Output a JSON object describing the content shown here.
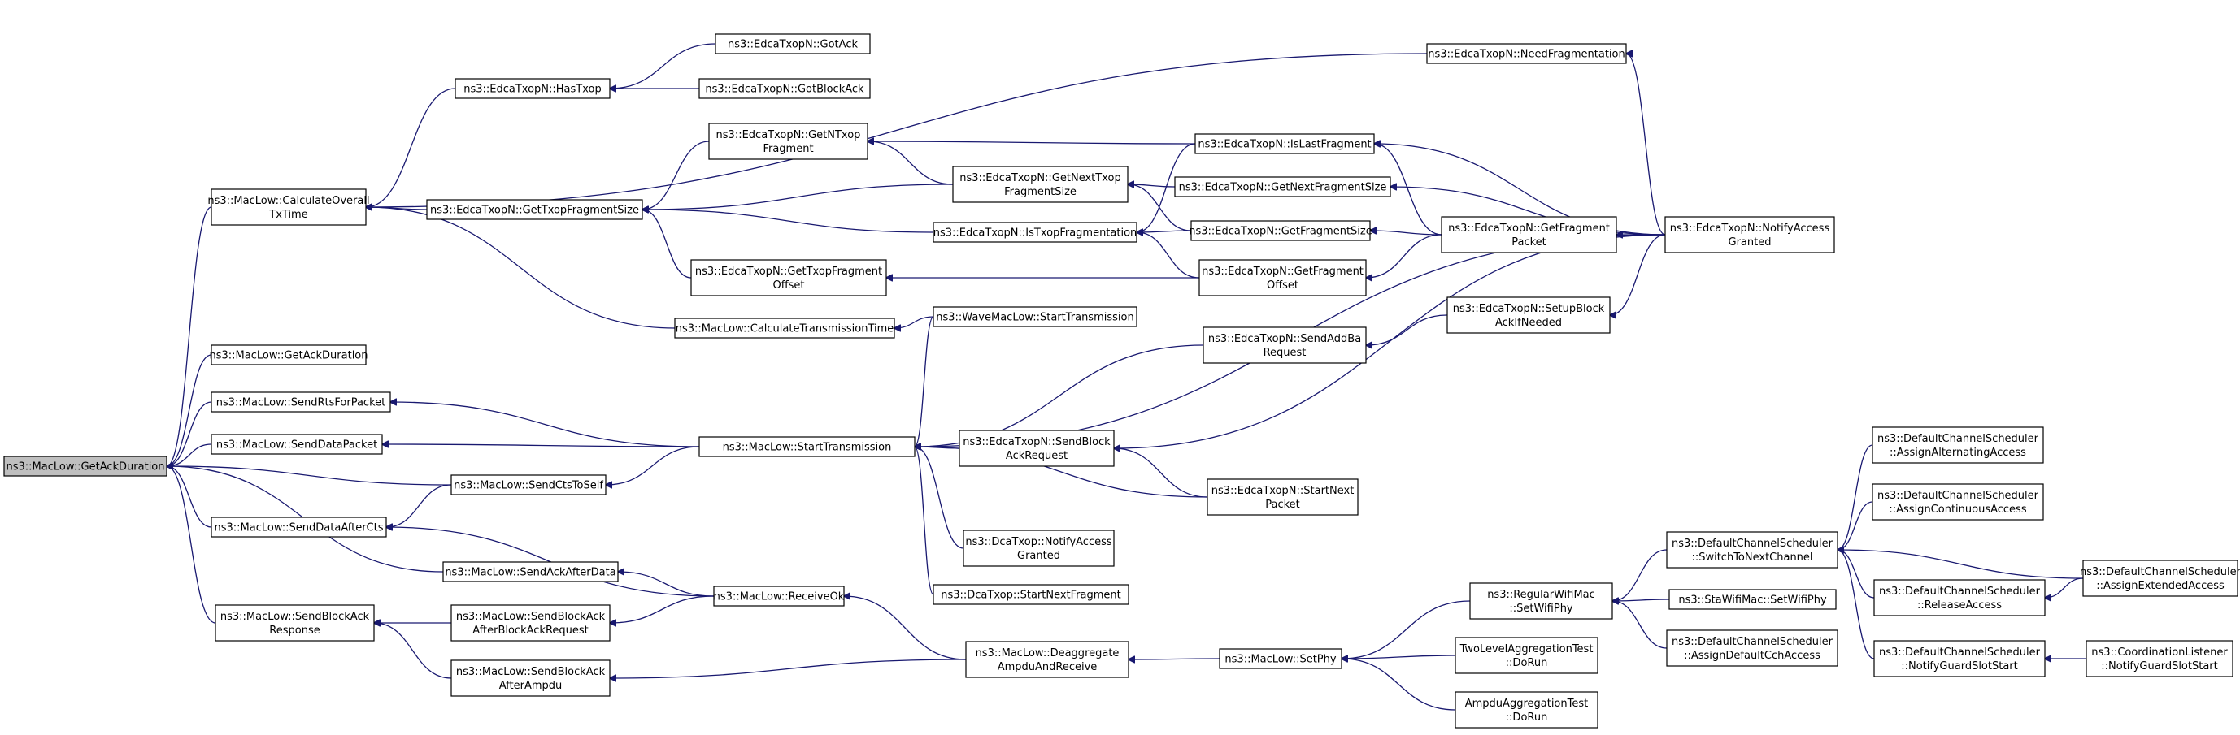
{
  "nodes": [
    {
      "id": "root",
      "lines": [
        "ns3::MacLow::GetAckDuration"
      ],
      "root": true
    },
    {
      "id": "cot",
      "lines": [
        "ns3::MacLow::CalculateOverall",
        "TxTime"
      ]
    },
    {
      "id": "gad",
      "lines": [
        "ns3::MacLow::GetAckDuration"
      ]
    },
    {
      "id": "srfp",
      "lines": [
        "ns3::MacLow::SendRtsForPacket"
      ]
    },
    {
      "id": "sdp",
      "lines": [
        "ns3::MacLow::SendDataPacket"
      ]
    },
    {
      "id": "scts",
      "lines": [
        "ns3::MacLow::SendCtsToSelf"
      ]
    },
    {
      "id": "sdac",
      "lines": [
        "ns3::MacLow::SendDataAfterCts"
      ]
    },
    {
      "id": "saad",
      "lines": [
        "ns3::MacLow::SendAckAfterData"
      ]
    },
    {
      "id": "sbar",
      "lines": [
        "ns3::MacLow::SendBlockAck",
        "Response"
      ]
    },
    {
      "id": "sbabr",
      "lines": [
        "ns3::MacLow::SendBlockAck",
        "AfterBlockAckRequest"
      ]
    },
    {
      "id": "sbaa",
      "lines": [
        "ns3::MacLow::SendBlockAck",
        "AfterAmpdu"
      ]
    },
    {
      "id": "hastx",
      "lines": [
        "ns3::EdcaTxopN::HasTxop"
      ]
    },
    {
      "id": "gack",
      "lines": [
        "ns3::EdcaTxopN::GotAck"
      ]
    },
    {
      "id": "gback",
      "lines": [
        "ns3::EdcaTxopN::GotBlockAck"
      ]
    },
    {
      "id": "needf",
      "lines": [
        "ns3::EdcaTxopN::NeedFragmentation"
      ]
    },
    {
      "id": "gtfs",
      "lines": [
        "ns3::EdcaTxopN::GetTxopFragmentSize"
      ]
    },
    {
      "id": "gntf",
      "lines": [
        "ns3::EdcaTxopN::GetNTxop",
        "Fragment"
      ]
    },
    {
      "id": "gnxtfs",
      "lines": [
        "ns3::EdcaTxopN::GetNextTxop",
        "FragmentSize"
      ]
    },
    {
      "id": "itf",
      "lines": [
        "ns3::EdcaTxopN::IsTxopFragmentation"
      ]
    },
    {
      "id": "gtfo",
      "lines": [
        "ns3::EdcaTxopN::GetTxopFragment",
        "Offset"
      ]
    },
    {
      "id": "ctt",
      "lines": [
        "ns3::MacLow::CalculateTransmissionTime"
      ]
    },
    {
      "id": "islf",
      "lines": [
        "ns3::EdcaTxopN::IsLastFragment"
      ]
    },
    {
      "id": "gnfs",
      "lines": [
        "ns3::EdcaTxopN::GetNextFragmentSize"
      ]
    },
    {
      "id": "gfs",
      "lines": [
        "ns3::EdcaTxopN::GetFragmentSize"
      ]
    },
    {
      "id": "gfo",
      "lines": [
        "ns3::EdcaTxopN::GetFragment",
        "Offset"
      ]
    },
    {
      "id": "gfp",
      "lines": [
        "ns3::EdcaTxopN::GetFragment",
        "Packet"
      ]
    },
    {
      "id": "nag",
      "lines": [
        "ns3::EdcaTxopN::NotifyAccess",
        "Granted"
      ]
    },
    {
      "id": "wst",
      "lines": [
        "ns3::WaveMacLow::StartTransmission"
      ]
    },
    {
      "id": "st",
      "lines": [
        "ns3::MacLow::StartTransmission"
      ]
    },
    {
      "id": "saddba",
      "lines": [
        "ns3::EdcaTxopN::SendAddBa",
        "Request"
      ]
    },
    {
      "id": "ssba",
      "lines": [
        "ns3::EdcaTxopN::SetupBlock",
        "AckIfNeeded"
      ]
    },
    {
      "id": "sbreq",
      "lines": [
        "ns3::EdcaTxopN::SendBlock",
        "AckRequest"
      ]
    },
    {
      "id": "snp",
      "lines": [
        "ns3::EdcaTxopN::StartNext",
        "Packet"
      ]
    },
    {
      "id": "dnag",
      "lines": [
        "ns3::DcaTxop::NotifyAccess",
        "Granted"
      ]
    },
    {
      "id": "dsnf",
      "lines": [
        "ns3::DcaTxop::StartNextFragment"
      ]
    },
    {
      "id": "rok",
      "lines": [
        "ns3::MacLow::ReceiveOk"
      ]
    },
    {
      "id": "dar",
      "lines": [
        "ns3::MacLow::Deaggregate",
        "AmpduAndReceive"
      ]
    },
    {
      "id": "sphy",
      "lines": [
        "ns3::MacLow::SetPhy"
      ]
    },
    {
      "id": "rswp",
      "lines": [
        "ns3::RegularWifiMac",
        "::SetWifiPhy"
      ]
    },
    {
      "id": "tlat",
      "lines": [
        "TwoLevelAggregationTest",
        "::DoRun"
      ]
    },
    {
      "id": "aat",
      "lines": [
        "AmpduAggregationTest",
        "::DoRun"
      ]
    },
    {
      "id": "stnc",
      "lines": [
        "ns3::DefaultChannelScheduler",
        "::SwitchToNextChannel"
      ]
    },
    {
      "id": "staswp",
      "lines": [
        "ns3::StaWifiMac::SetWifiPhy"
      ]
    },
    {
      "id": "adcca",
      "lines": [
        "ns3::DefaultChannelScheduler",
        "::AssignDefaultCchAccess"
      ]
    },
    {
      "id": "aaa",
      "lines": [
        "ns3::DefaultChannelScheduler",
        "::AssignAlternatingAccess"
      ]
    },
    {
      "id": "aca",
      "lines": [
        "ns3::DefaultChannelScheduler",
        "::AssignContinuousAccess"
      ]
    },
    {
      "id": "aea",
      "lines": [
        "ns3::DefaultChannelScheduler",
        "::AssignExtendedAccess"
      ]
    },
    {
      "id": "ra",
      "lines": [
        "ns3::DefaultChannelScheduler",
        "::ReleaseAccess"
      ]
    },
    {
      "id": "ngss",
      "lines": [
        "ns3::DefaultChannelScheduler",
        "::NotifyGuardSlotStart"
      ]
    },
    {
      "id": "clngss",
      "lines": [
        "ns3::CoordinationListener",
        "::NotifyGuardSlotStart"
      ]
    }
  ],
  "edges": [
    [
      "cot",
      "root"
    ],
    [
      "gad",
      "root"
    ],
    [
      "srfp",
      "root"
    ],
    [
      "sdp",
      "root"
    ],
    [
      "scts",
      "root"
    ],
    [
      "sdac",
      "root"
    ],
    [
      "saad",
      "root"
    ],
    [
      "sbar",
      "root"
    ],
    [
      "hastx",
      "cot"
    ],
    [
      "gtfs",
      "cot"
    ],
    [
      "ctt",
      "cot"
    ],
    [
      "needf",
      "cot"
    ],
    [
      "gack",
      "hastx"
    ],
    [
      "gback",
      "hastx"
    ],
    [
      "gntf",
      "gtfs"
    ],
    [
      "gnxtfs",
      "gtfs"
    ],
    [
      "itf",
      "gtfs"
    ],
    [
      "gtfo",
      "gtfs"
    ],
    [
      "gnxtfs",
      "gntf"
    ],
    [
      "islf",
      "gntf"
    ],
    [
      "gnfs",
      "gnxtfs"
    ],
    [
      "gfs",
      "gnxtfs"
    ],
    [
      "islf",
      "itf"
    ],
    [
      "gfs",
      "itf"
    ],
    [
      "gfo",
      "itf"
    ],
    [
      "gfo",
      "gtfo"
    ],
    [
      "wst",
      "ctt"
    ],
    [
      "nag",
      "needf"
    ],
    [
      "nag",
      "islf"
    ],
    [
      "nag",
      "gnfs"
    ],
    [
      "nag",
      "gfp"
    ],
    [
      "gfp",
      "islf"
    ],
    [
      "gfp",
      "gfs"
    ],
    [
      "gfp",
      "gfo"
    ],
    [
      "st",
      "srfp"
    ],
    [
      "st",
      "sdp"
    ],
    [
      "st",
      "scts"
    ],
    [
      "rok",
      "sdac"
    ],
    [
      "rok",
      "saad"
    ],
    [
      "rok",
      "sbabr"
    ],
    [
      "scts",
      "sdac"
    ],
    [
      "sbabr",
      "sbar"
    ],
    [
      "sbaa",
      "sbar"
    ],
    [
      "dar",
      "sbaa"
    ],
    [
      "dar",
      "rok"
    ],
    [
      "wst",
      "st"
    ],
    [
      "saddba",
      "st"
    ],
    [
      "nag",
      "st"
    ],
    [
      "sbreq",
      "st"
    ],
    [
      "snp",
      "st"
    ],
    [
      "dnag",
      "st"
    ],
    [
      "dsnf",
      "st"
    ],
    [
      "ssba",
      "saddba"
    ],
    [
      "nag",
      "ssba"
    ],
    [
      "nag",
      "sbreq"
    ],
    [
      "snp",
      "sbreq"
    ],
    [
      "sphy",
      "dar"
    ],
    [
      "rswp",
      "sphy"
    ],
    [
      "tlat",
      "sphy"
    ],
    [
      "aat",
      "sphy"
    ],
    [
      "stnc",
      "rswp"
    ],
    [
      "staswp",
      "rswp"
    ],
    [
      "adcca",
      "rswp"
    ],
    [
      "aaa",
      "stnc"
    ],
    [
      "aca",
      "stnc"
    ],
    [
      "aea",
      "stnc"
    ],
    [
      "ra",
      "stnc"
    ],
    [
      "ngss",
      "stnc"
    ],
    [
      "aea",
      "ra"
    ],
    [
      "clngss",
      "ngss"
    ]
  ]
}
